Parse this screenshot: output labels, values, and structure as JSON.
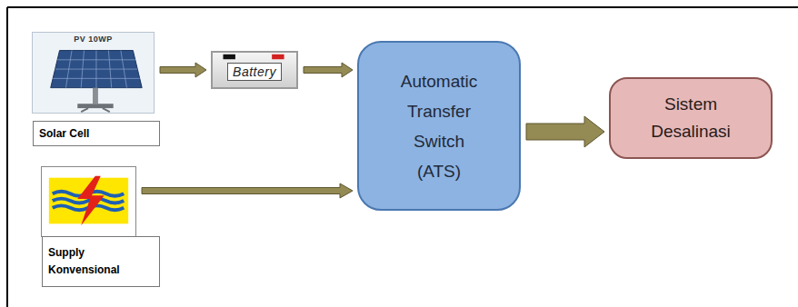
{
  "diagram": {
    "nodes": [
      {
        "text": [
          "PV 10WP",
          "Solar Cell"
        ]
      },
      {
        "text": [
          "Battery"
        ]
      },
      {
        "text": [
          "Automatic Transfer Switch (ATS)"
        ]
      },
      {
        "text": [
          "Sistem Desalinasi"
        ]
      },
      {
        "text": [
          "Supply Konvensional"
        ]
      }
    ],
    "edges": [
      {
        "from": 0,
        "to": 1,
        "arrow": "to"
      },
      {
        "from": 1,
        "to": 2,
        "arrow": "to"
      },
      {
        "from": 4,
        "to": 2,
        "arrow": "to"
      },
      {
        "from": 2,
        "to": 3,
        "arrow": "to"
      }
    ]
  }
}
